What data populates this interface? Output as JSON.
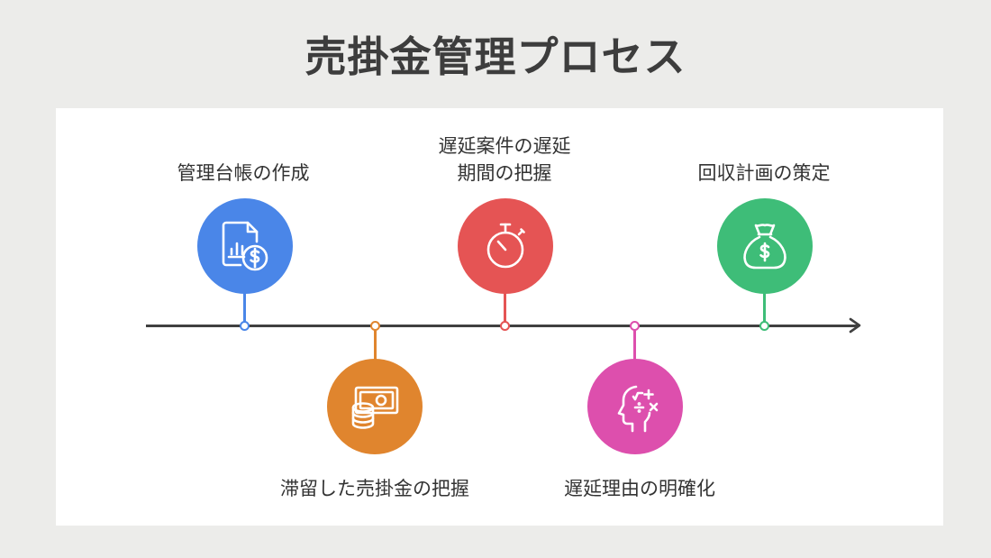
{
  "title": "売掛金管理プロセス",
  "colors": {
    "blue": "#4a86e8",
    "orange": "#e0852e",
    "red": "#e55454",
    "magenta": "#dd4fad",
    "green": "#3ebd78",
    "axis": "#404040"
  },
  "steps": [
    {
      "label_lines": [
        "管理台帳の作成"
      ],
      "icon": "ledger-dollar-icon",
      "color": "#4a86e8",
      "position": "above"
    },
    {
      "label_lines": [
        "滞留した売掛金の把握"
      ],
      "icon": "cash-coins-icon",
      "color": "#e0852e",
      "position": "below"
    },
    {
      "label_lines": [
        "遅延案件の遅延",
        "期間の把握"
      ],
      "icon": "stopwatch-icon",
      "color": "#e55454",
      "position": "above"
    },
    {
      "label_lines": [
        "遅延理由の明確化"
      ],
      "icon": "head-math-icon",
      "color": "#dd4fad",
      "position": "below"
    },
    {
      "label_lines": [
        "回収計画の策定"
      ],
      "icon": "money-bag-icon",
      "color": "#3ebd78",
      "position": "above"
    }
  ]
}
